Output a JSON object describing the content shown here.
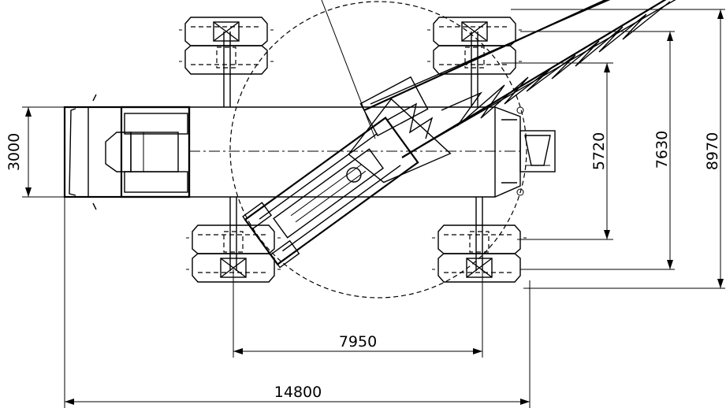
{
  "dimensions": {
    "width_3000": "3000",
    "width_5720": "5720",
    "width_7630": "7630",
    "width_8970": "8970",
    "span_7950": "7950",
    "length_14800": "14800"
  }
}
